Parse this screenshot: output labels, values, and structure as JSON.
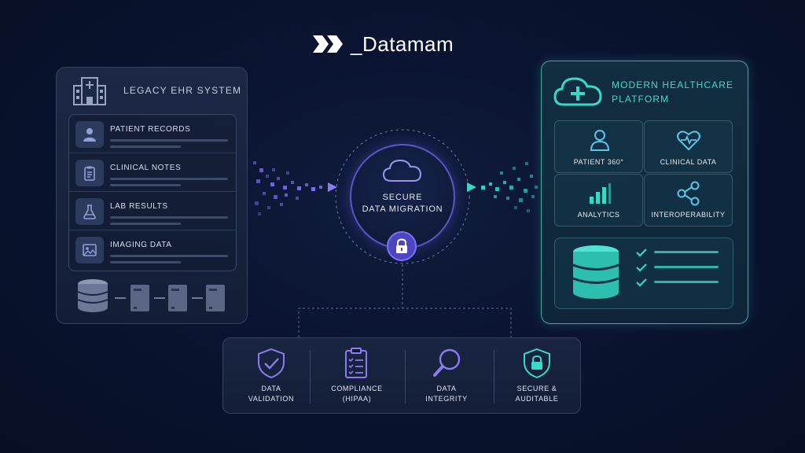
{
  "brand": {
    "name": "_Datamam",
    "icon": "double-chevron-logo"
  },
  "legacy": {
    "title": "LEGACY EHR SYSTEM",
    "icon": "hospital-icon",
    "items": [
      {
        "label": "PATIENT RECORDS",
        "icon": "user-icon"
      },
      {
        "label": "CLINICAL NOTES",
        "icon": "clipboard-icon"
      },
      {
        "label": "LAB RESULTS",
        "icon": "flask-icon"
      },
      {
        "label": "IMAGING DATA",
        "icon": "image-icon"
      }
    ]
  },
  "center": {
    "line1": "SECURE",
    "line2": "DATA MIGRATION",
    "icon": "cloud-icon",
    "badge_icon": "lock-icon"
  },
  "modern": {
    "title_line1": "MODERN HEALTHCARE",
    "title_line2": "PLATFORM",
    "icon": "cloud-plus-icon",
    "cells": [
      {
        "label": "PATIENT 360°",
        "icon": "user-icon"
      },
      {
        "label": "CLINICAL DATA",
        "icon": "heart-pulse-icon"
      },
      {
        "label": "ANALYTICS",
        "icon": "bar-chart-icon"
      },
      {
        "label": "INTEROPERABILITY",
        "icon": "share-icon"
      }
    ]
  },
  "features": [
    {
      "line1": "DATA",
      "line2": "VALIDATION",
      "icon": "shield-check-icon"
    },
    {
      "line1": "COMPLIANCE",
      "line2": "(HIPAA)",
      "icon": "checklist-icon"
    },
    {
      "line1": "DATA",
      "line2": "INTEGRITY",
      "icon": "magnifier-icon"
    },
    {
      "line1": "SECURE &",
      "line2": "AUDITABLE",
      "icon": "shield-lock-icon"
    }
  ],
  "colors": {
    "background": "#0a1430",
    "teal": "#3ad8c6",
    "purple": "#8a7cf0",
    "panel": "#1c2a48"
  }
}
